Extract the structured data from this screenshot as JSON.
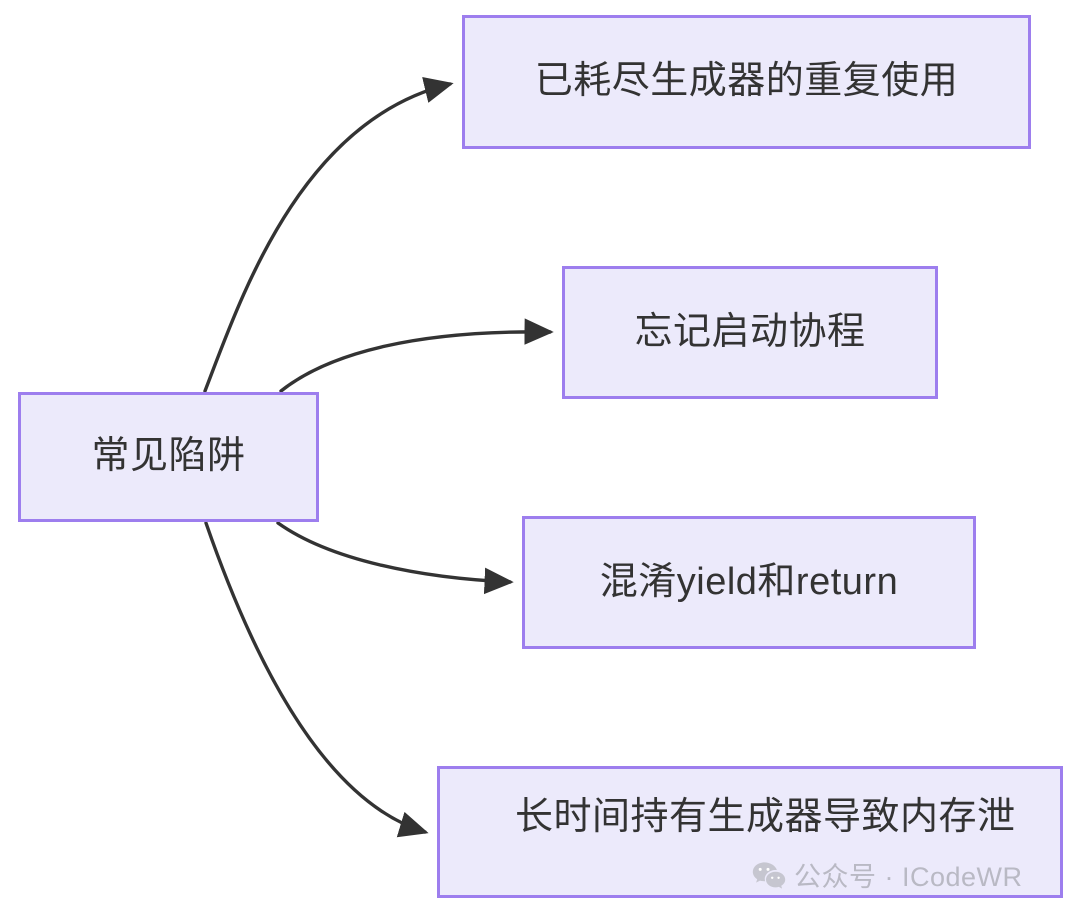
{
  "diagram": {
    "type": "mindmap-flowchart",
    "direction": "left-to-right",
    "background_color": "#ffffff",
    "node_fill_color": "#ECEAFB",
    "node_border_color": "#9D7EEE",
    "node_text_color": "#333333",
    "edge_color": "#333333",
    "root": {
      "id": "root",
      "label": "常见陷阱"
    },
    "children": [
      {
        "id": "child-0",
        "label": "已耗尽生成器的重复使用"
      },
      {
        "id": "child-1",
        "label": "忘记启动协程"
      },
      {
        "id": "child-2",
        "label": "混淆yield和return"
      },
      {
        "id": "child-3",
        "label": "长时间持有生成器导致内存泄"
      }
    ],
    "edges": [
      {
        "from": "root",
        "to": "child-0"
      },
      {
        "from": "root",
        "to": "child-1"
      },
      {
        "from": "root",
        "to": "child-2"
      },
      {
        "from": "root",
        "to": "child-3"
      }
    ]
  },
  "watermark": {
    "icon": "wechat-icon",
    "text": "公众号 · ICodeWR",
    "color": "#b9b9c4"
  }
}
